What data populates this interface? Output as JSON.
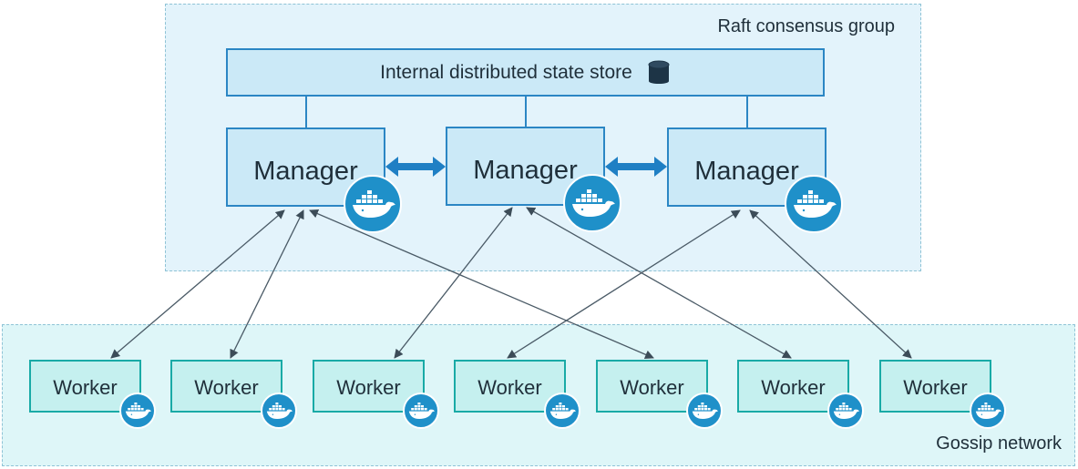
{
  "raft_group": {
    "label": "Raft consensus group"
  },
  "gossip_group": {
    "label": "Gossip network"
  },
  "state_store": {
    "label": "Internal distributed state store",
    "icon": "database-icon"
  },
  "managers": [
    {
      "label": "Manager",
      "icon": "docker-whale-icon"
    },
    {
      "label": "Manager",
      "icon": "docker-whale-icon"
    },
    {
      "label": "Manager",
      "icon": "docker-whale-icon"
    }
  ],
  "workers": [
    {
      "label": "Worker",
      "icon": "docker-whale-icon"
    },
    {
      "label": "Worker",
      "icon": "docker-whale-icon"
    },
    {
      "label": "Worker",
      "icon": "docker-whale-icon"
    },
    {
      "label": "Worker",
      "icon": "docker-whale-icon"
    },
    {
      "label": "Worker",
      "icon": "docker-whale-icon"
    },
    {
      "label": "Worker",
      "icon": "docker-whale-icon"
    },
    {
      "label": "Worker",
      "icon": "docker-whale-icon"
    }
  ],
  "colors": {
    "manager_border": "#2b86c4",
    "worker_border": "#19aaa6",
    "whale_badge": "#1f90c9",
    "connector": "#4a5a66"
  }
}
